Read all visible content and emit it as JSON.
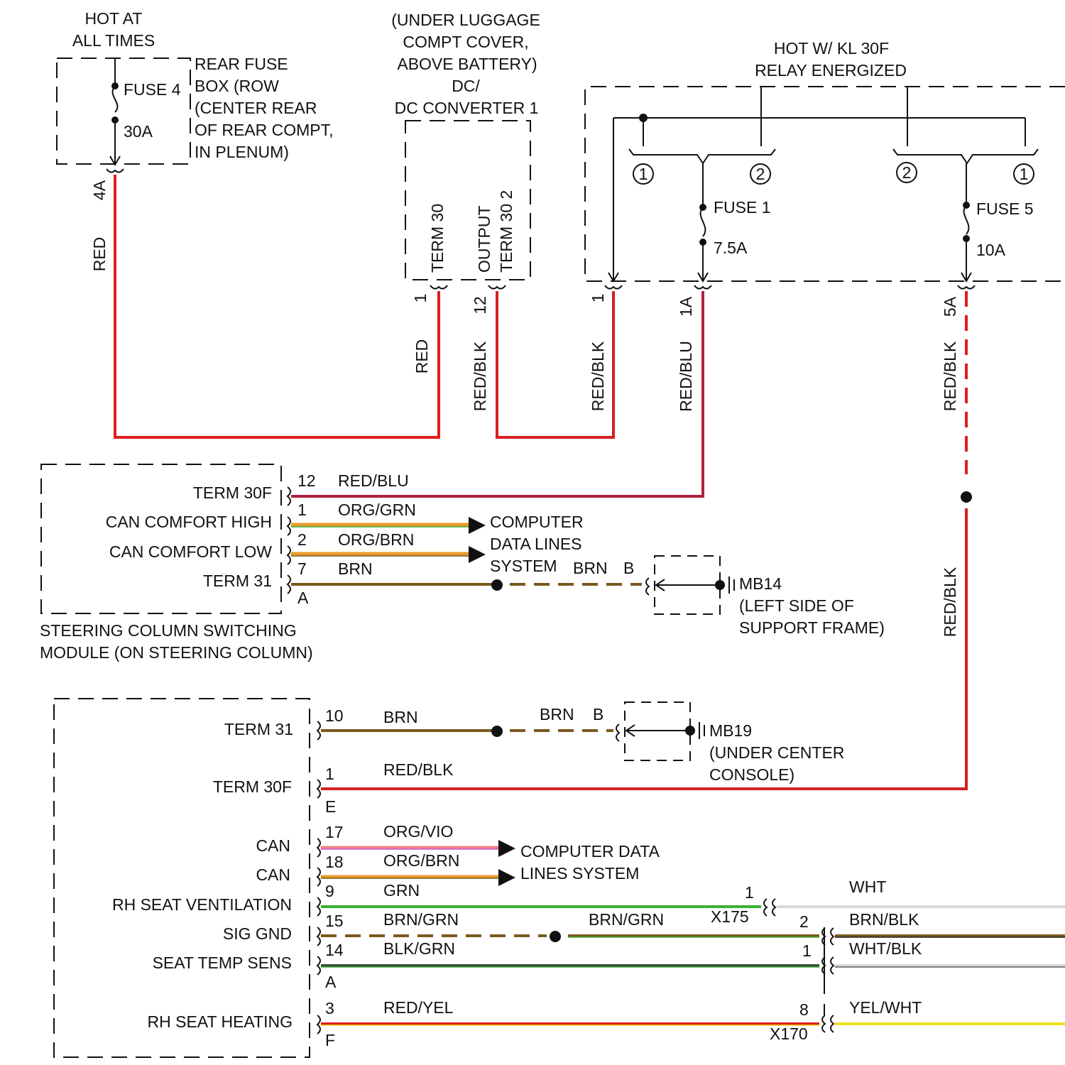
{
  "colors": {
    "red": "#e01e1e",
    "red_blk": "#d42020",
    "red_blu": "#b02040",
    "org": "#e89a2a",
    "brn": "#7a5a1e",
    "grn": "#3cb034",
    "wht": "#d8d8d8",
    "yel": "#f0e020",
    "line": "#111111"
  },
  "top": {
    "hot_all_times": [
      "HOT AT",
      "ALL TIMES"
    ],
    "rear_fuse_box": [
      "REAR FUSE",
      "BOX (ROW",
      "(CENTER REAR",
      "OF REAR COMPT,",
      "IN PLENUM)"
    ],
    "fuse4": "FUSE 4",
    "fuse4_rating": "30A",
    "dcdc": [
      "(UNDER LUGGAGE",
      "COMPT COVER,",
      "ABOVE BATTERY)",
      "DC/",
      "DC CONVERTER 1"
    ],
    "term30": "TERM 30",
    "output_term": [
      "OUTPUT",
      "TERM 30 2"
    ],
    "hot_kl30f": [
      "HOT W/ KL 30F",
      "RELAY ENERGIZED"
    ],
    "fuse1": "FUSE 1",
    "fuse1_rating": "7.5A",
    "fuse5": "FUSE 5",
    "fuse5_rating": "10A",
    "circ1": "1",
    "circ2": "2"
  },
  "wires": {
    "pin_4a": "4A",
    "red": "RED",
    "pin_1": "1",
    "pin_12": "12",
    "pin_1a": "1A",
    "pin_5a": "5A",
    "red_blk": "RED/BLK",
    "red_blu": "RED/BLU"
  },
  "steering": {
    "labels": [
      "TERM 30F",
      "CAN COMFORT HIGH",
      "CAN COMFORT LOW",
      "TERM 31"
    ],
    "pins": [
      "12",
      "1",
      "2",
      "7"
    ],
    "pin_conn": "A",
    "colors": [
      "RED/BLU",
      "ORG/GRN",
      "ORG/BRN",
      "BRN"
    ],
    "caption": [
      "STEERING COLUMN SWITCHING",
      "MODULE (ON STEERING COLUMN)"
    ],
    "cdl": [
      "COMPUTER",
      "DATA LINES",
      "SYSTEM"
    ],
    "brn": "BRN",
    "b": "B",
    "ground": "MB14",
    "ground_loc": [
      "(LEFT SIDE OF",
      "SUPPORT FRAME)"
    ]
  },
  "seat": {
    "labels": [
      "TERM 31",
      "TERM 30F",
      "CAN",
      "CAN",
      "RH SEAT VENTILATION",
      "SIG GND",
      "SEAT TEMP SENS",
      "RH SEAT HEATING"
    ],
    "pins": [
      "10",
      "1",
      "17",
      "18",
      "9",
      "15",
      "14",
      "3"
    ],
    "conn_e": "E",
    "conn_a": "A",
    "conn_f": "F",
    "colors": [
      "BRN",
      "RED/BLK",
      "ORG/VIO",
      "ORG/BRN",
      "GRN",
      "BRN/GRN",
      "BLK/GRN",
      "RED/YEL"
    ],
    "brn": "BRN",
    "b": "B",
    "ground": "MB19",
    "ground_loc": [
      "(UNDER CENTER",
      "CONSOLE)"
    ],
    "cdl": [
      "COMPUTER DATA",
      "LINES SYSTEM"
    ],
    "brn_grn": "BRN/GRN",
    "x175": "X175",
    "x170": "X170",
    "x175_pin": "1",
    "x170_pins": [
      "2",
      "1",
      "8"
    ],
    "right_colors": [
      "WHT",
      "BRN/BLK",
      "WHT/BLK",
      "YEL/WHT"
    ]
  }
}
